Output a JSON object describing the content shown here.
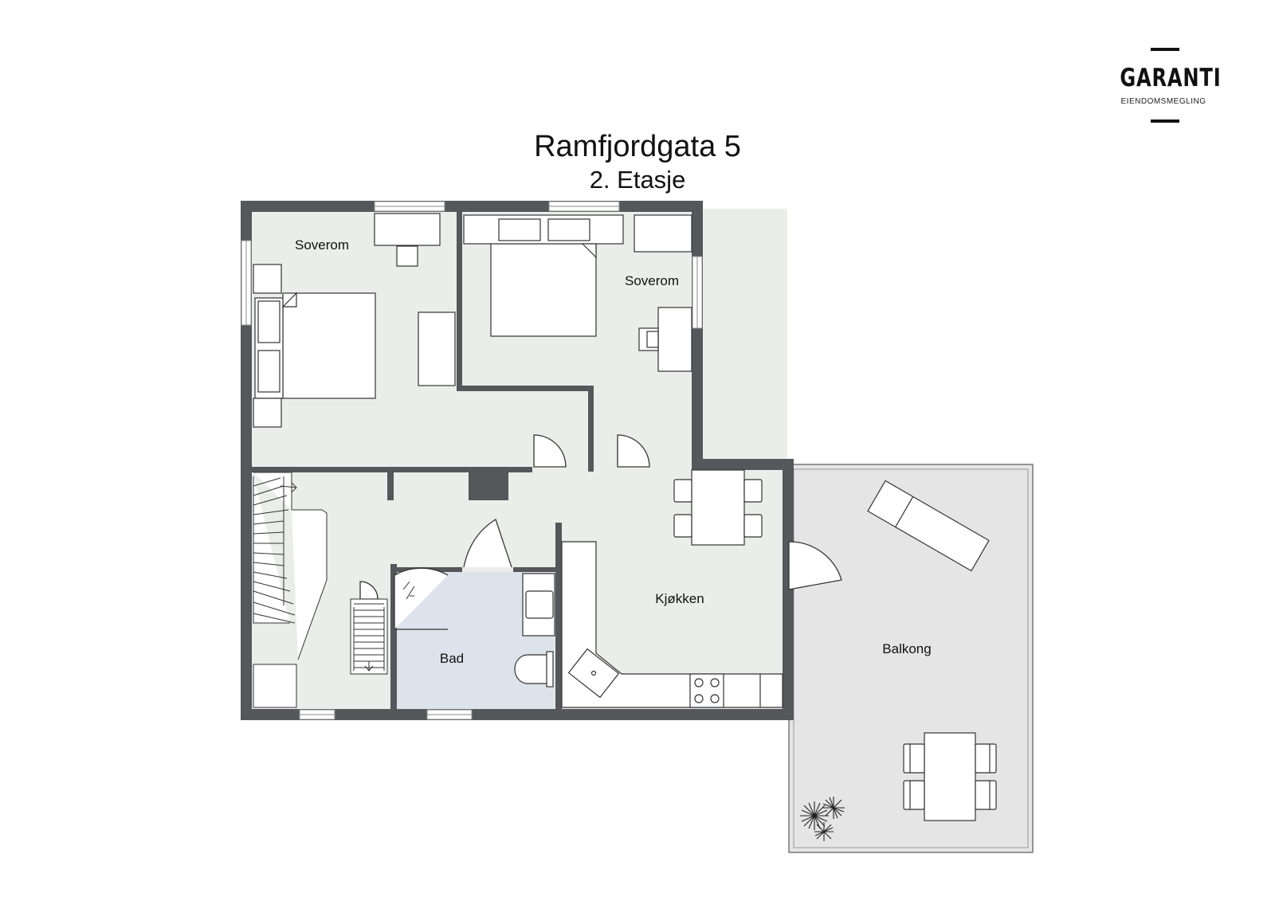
{
  "brand": {
    "name": "GARANTI",
    "tagline": "EIENDOMSMEGLING"
  },
  "plan": {
    "title": "Ramfjordgata 5",
    "floor": "2. Etasje"
  },
  "rooms": {
    "bedroom_left": "Soverom",
    "bedroom_right": "Soverom",
    "kitchen": "Kjøkken",
    "bathroom": "Bad",
    "balcony": "Balkong"
  },
  "colors": {
    "wall": "#55575a",
    "floor": "#ebedea",
    "bathroom_floor": "#dde3ea",
    "balcony_floor": "#e5e5e5",
    "furniture_fill": "#ffffff",
    "furniture_stroke": "#333333"
  }
}
